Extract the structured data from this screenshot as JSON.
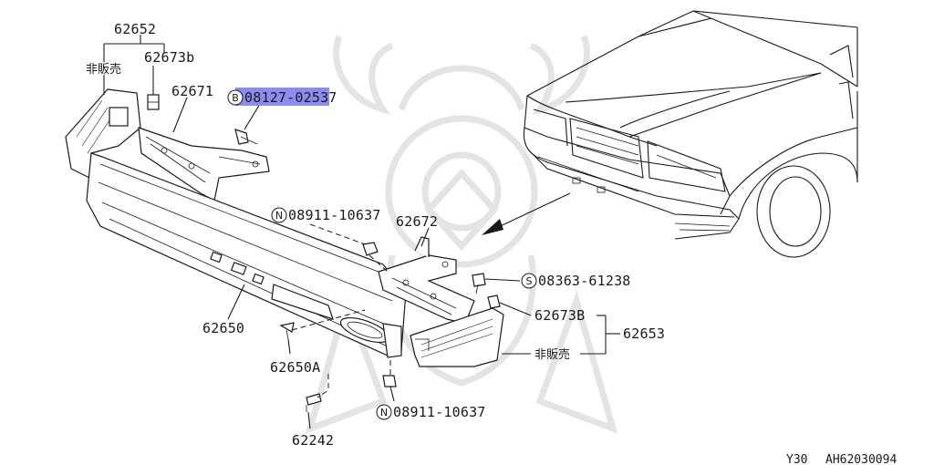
{
  "labels": {
    "p62652": "62652",
    "p62652_note": "非販売",
    "p62673b_lower": "62673b",
    "p62671": "62671",
    "bolt_prefix": "B",
    "bolt_part": "08127-02537",
    "nut_top_prefix": "N",
    "nut_top_part": "08911-10637",
    "p62672": "62672",
    "screw_prefix": "S",
    "screw_part": "08363-61238",
    "p62673B": "62673B",
    "p62653": "62653",
    "p62653_note": "非販売",
    "p62650": "62650",
    "p62650A": "62650A",
    "nut_bottom_prefix": "N",
    "nut_bottom_part": "08911-10637",
    "p62242": "62242"
  },
  "footer": {
    "model": "Y30",
    "diagram_code": "AH62030094"
  },
  "colors": {
    "highlight": "#8c8cf0",
    "ink": "#1a1a1a",
    "watermark": "#e4e4e4"
  }
}
